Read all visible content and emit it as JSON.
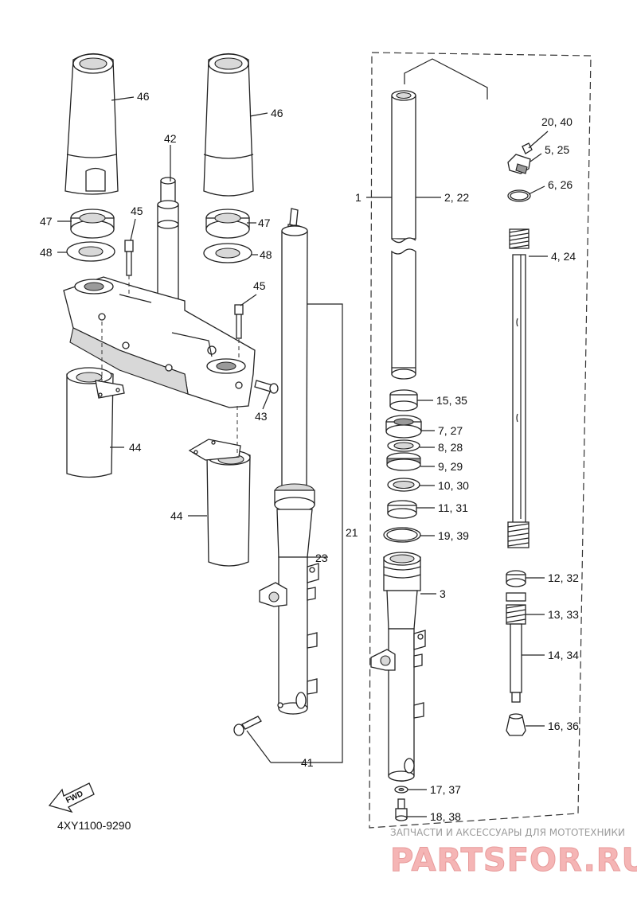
{
  "diagram": {
    "code": "4XY1100-9290",
    "fwd_label": "FWD",
    "labels": [
      {
        "id": "46a",
        "text": "46"
      },
      {
        "id": "46b",
        "text": "46"
      },
      {
        "id": "42",
        "text": "42"
      },
      {
        "id": "47a",
        "text": "47"
      },
      {
        "id": "47b",
        "text": "47"
      },
      {
        "id": "48a",
        "text": "48"
      },
      {
        "id": "48b",
        "text": "48"
      },
      {
        "id": "45a",
        "text": "45"
      },
      {
        "id": "45b",
        "text": "45"
      },
      {
        "id": "43",
        "text": "43"
      },
      {
        "id": "44a",
        "text": "44"
      },
      {
        "id": "44b",
        "text": "44"
      },
      {
        "id": "1",
        "text": "1"
      },
      {
        "id": "2_22",
        "text": "2, 22"
      },
      {
        "id": "20_40",
        "text": "20, 40"
      },
      {
        "id": "5_25",
        "text": "5, 25"
      },
      {
        "id": "6_26",
        "text": "6, 26"
      },
      {
        "id": "4_24",
        "text": "4, 24"
      },
      {
        "id": "15_35",
        "text": "15, 35"
      },
      {
        "id": "7_27",
        "text": "7, 27"
      },
      {
        "id": "8_28",
        "text": "8, 28"
      },
      {
        "id": "9_29",
        "text": "9, 29"
      },
      {
        "id": "10_30",
        "text": "10, 30"
      },
      {
        "id": "11_31",
        "text": "11, 31"
      },
      {
        "id": "19_39",
        "text": "19, 39"
      },
      {
        "id": "21",
        "text": "21"
      },
      {
        "id": "23",
        "text": "23"
      },
      {
        "id": "3",
        "text": "3"
      },
      {
        "id": "12_32",
        "text": "12, 32"
      },
      {
        "id": "13_33",
        "text": "13, 33"
      },
      {
        "id": "14_34",
        "text": "14, 34"
      },
      {
        "id": "16_36",
        "text": "16, 36"
      },
      {
        "id": "41",
        "text": "41"
      },
      {
        "id": "17_37",
        "text": "17, 37"
      },
      {
        "id": "18_38",
        "text": "18, 38"
      }
    ]
  },
  "watermark": {
    "tagline": "ЗАПЧАСТИ И АКСЕССУАРЫ ДЛЯ МОТОТЕХНИКИ",
    "brand": "PARTSFOR.RU",
    "color": "#f5b5b5"
  }
}
